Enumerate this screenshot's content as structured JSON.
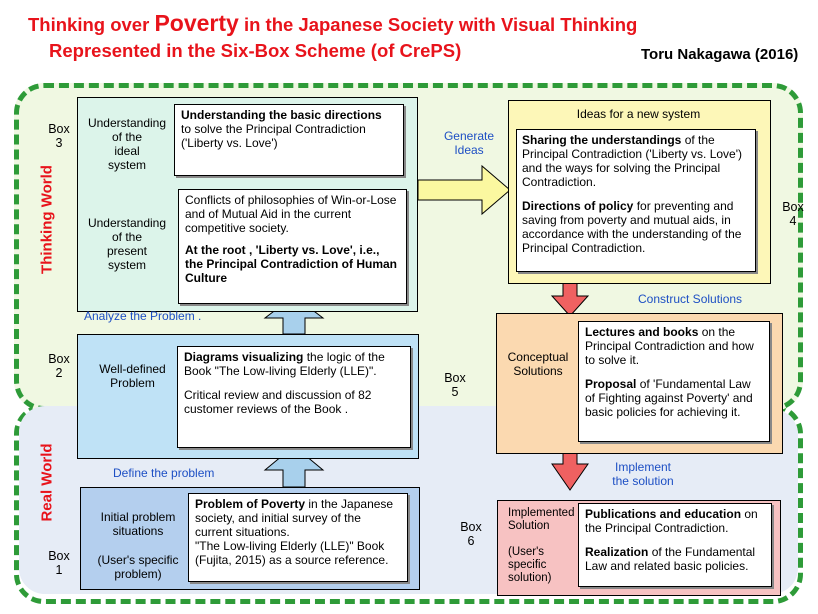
{
  "title": {
    "line1_prefix": "Thinking over ",
    "line1_emph": "Poverty",
    "line1_suffix": " in the Japanese Society with Visual Thinking",
    "line2": "Represented in the Six-Box Scheme (of CrePS)",
    "author": "Toru Nakagawa (2016)"
  },
  "worlds": {
    "thinking": "Thinking World",
    "real": "Real World"
  },
  "colors": {
    "title_red": "#e8131b",
    "world_border": "#2e9b38",
    "link_blue": "#1d4fc4",
    "box3_fill": "#dcf4ea",
    "box2_fill": "#bfe2f6",
    "box1_fill": "#b4cfee",
    "box4_fill": "#fdf7b8",
    "box5_fill": "#fbd9b0",
    "box6_fill": "#f7c2c2",
    "arrow_blue": "#a8d0ec",
    "arrow_yellow": "#fbf8a0",
    "arrow_red": "#ef6161"
  },
  "box3": {
    "num": "Box\n3",
    "ideal_label": "Understanding\nof the\nideal\nsystem",
    "ideal_bold": "Understanding the basic directions",
    "ideal_text": "to solve the Principal Contradiction ('Liberty vs. Love')",
    "present_label": "Understanding\nof the\npresent\nsystem",
    "present_text": "Conflicts of philosophies of Win-or-Lose and of Mutual Aid in the current competitive society.",
    "present_bold": "At the root , 'Liberty vs. Love', i.e., the Principal Contradiction of Human Culture"
  },
  "box2": {
    "num": "Box\n2",
    "label": "Well-defined\nProblem",
    "bold1": "Diagrams visualizing",
    "text1": " the logic of the Book \"The Low-living Elderly (LLE)\".",
    "text2": "Critical review and discussion of 82 customer reviews of the Book ."
  },
  "box1": {
    "num": "Box\n1",
    "label1": "Initial problem\nsituations",
    "label2": "(User's specific\nproblem)",
    "bold1": "Problem of  Poverty",
    "text1": " in the Japanese society, and initial survey of the current situations.",
    "text2": "\"The Low-living Elderly (LLE)\" Book (Fujita, 2015) as a source reference."
  },
  "box4": {
    "num": "Box\n4",
    "header": "Ideas for a new system",
    "bold1": "Sharing the understandings",
    "text1": " of the Principal Contradiction ('Liberty vs. Love')  and the ways for solving the Principal Contradiction.",
    "bold2": "Directions of policy",
    "text2": " for preventing and saving from poverty and mutual aids, in accordance with the understanding of the Principal Contradiction."
  },
  "box5": {
    "num": "Box\n5",
    "label": "Conceptual\nSolutions",
    "bold1": "Lectures and books",
    "text1": " on the Principal Contradiction and how to solve it.",
    "bold2": "Proposal",
    "text2": " of 'Fundamental Law of Fighting against Poverty' and basic policies for achieving it."
  },
  "box6": {
    "num": "Box\n6",
    "label": "Implemented\nSolution",
    "sublabel": "(User's\nspecific\nsolution)",
    "bold1": "Publications and education",
    "text1": " on the Principal Contradiction.",
    "bold2": "Realization",
    "text2": " of the Fundamental Law and related basic policies."
  },
  "steps": {
    "analyze": "Analyze the Problem .",
    "define": "Define the problem",
    "generate": "Generate\nIdeas",
    "construct": "Construct Solutions",
    "implement": "Implement\nthe solution"
  }
}
